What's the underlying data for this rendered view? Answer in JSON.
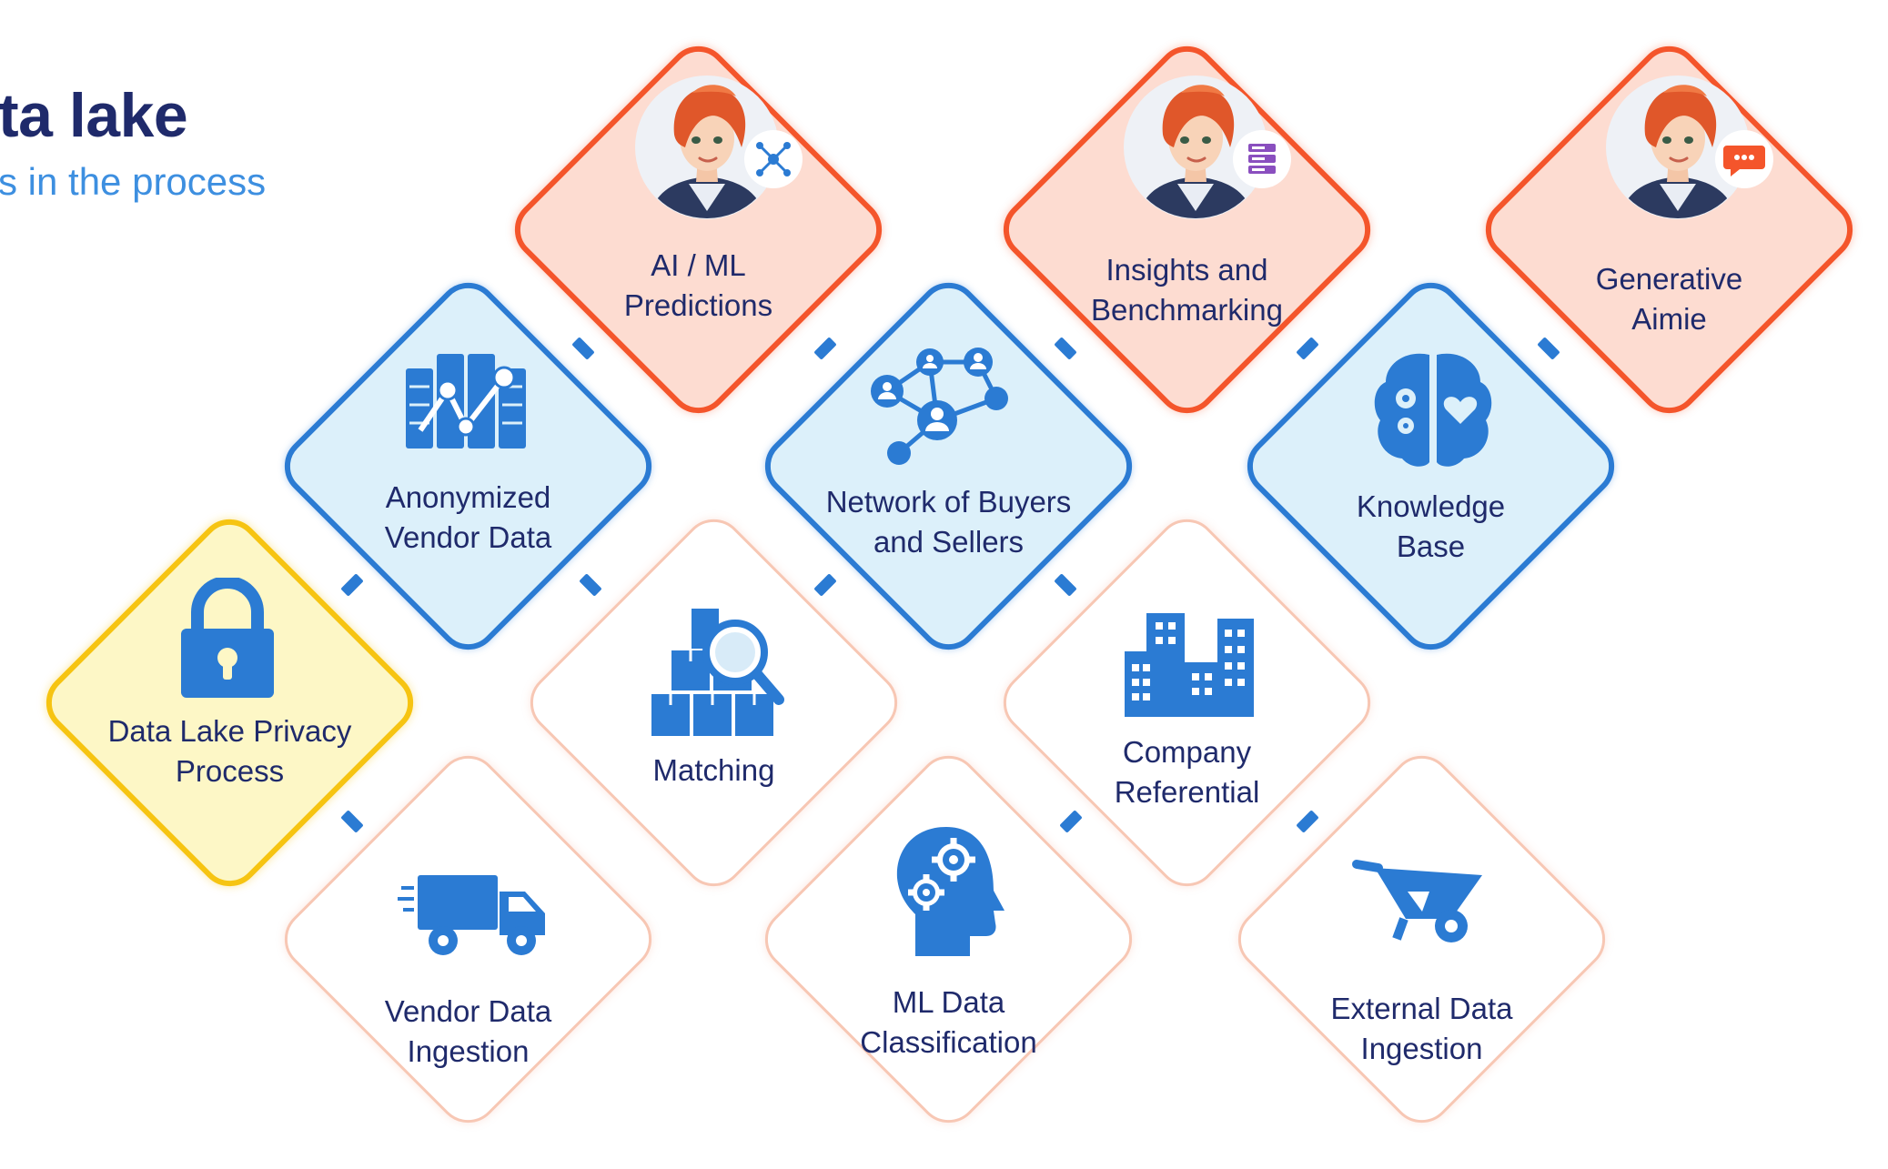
{
  "header": {
    "title": "ta lake",
    "subtitle": "s in the process"
  },
  "tiles": {
    "ai_ml": {
      "line1": "AI / ML",
      "line2": "Predictions",
      "style": "peach",
      "icon": "network-nodes-icon",
      "badge_color": "#2b7bd3"
    },
    "insights": {
      "line1": "Insights and",
      "line2": "Benchmarking",
      "style": "peach",
      "icon": "server-icon",
      "badge_color": "#8a4fbf"
    },
    "generative": {
      "line1": "Generative",
      "line2": "Aimie",
      "style": "peach",
      "icon": "chat-bubble-icon",
      "badge_color": "#f4552b"
    },
    "anonymized": {
      "line1": "Anonymized",
      "line2": "Vendor Data",
      "style": "blue",
      "icon": "anonymized-data-icon"
    },
    "network": {
      "line1": "Network of Buyers",
      "line2": "and Sellers",
      "style": "blue",
      "icon": "people-network-icon"
    },
    "knowledge": {
      "line1": "Knowledge",
      "line2": "Base",
      "style": "blue",
      "icon": "brain-icon"
    },
    "privacy": {
      "line1": "Data Lake Privacy",
      "line2": "Process",
      "style": "yellow",
      "icon": "padlock-icon"
    },
    "matching": {
      "line1": "Matching",
      "line2": "",
      "style": "white",
      "icon": "boxes-magnifier-icon"
    },
    "company": {
      "line1": "Company",
      "line2": "Referential",
      "style": "white",
      "icon": "buildings-icon"
    },
    "vendor_ingestion": {
      "line1": "Vendor Data",
      "line2": "Ingestion",
      "style": "white",
      "icon": "delivery-truck-icon"
    },
    "ml_classification": {
      "line1": "ML Data",
      "line2": "Classification",
      "style": "white",
      "icon": "head-gears-icon"
    },
    "external_ingestion": {
      "line1": "External Data",
      "line2": "Ingestion",
      "style": "white",
      "icon": "wheelbarrow-icon"
    }
  },
  "colors": {
    "accent_orange": "#f4552b",
    "accent_blue": "#2b7bd3",
    "accent_yellow": "#f6c412",
    "text_navy": "#1f2a6b"
  }
}
